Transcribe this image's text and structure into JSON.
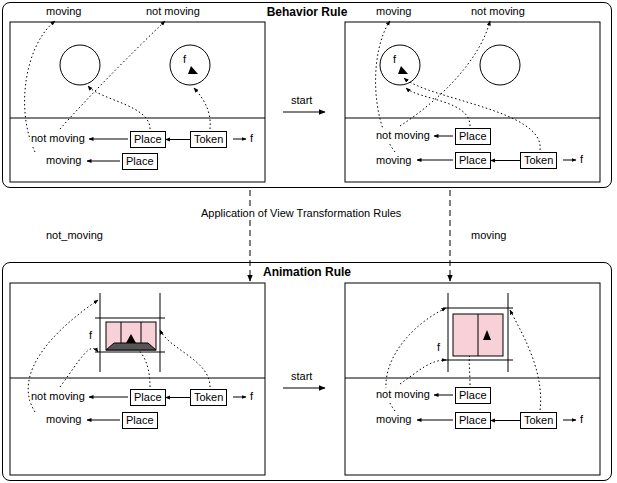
{
  "diagram": {
    "nodes": [
      {
        "text": [
          "Behavior Rule"
        ]
      },
      {
        "text": [
          "Place"
        ],
        "in": 0
      },
      {
        "text": [
          "Token"
        ],
        "in": 0
      },
      {
        "text": [
          "Place"
        ],
        "in": 0
      },
      {
        "text": [
          "Place"
        ],
        "in": 0
      },
      {
        "text": [
          "Place"
        ],
        "in": 0
      },
      {
        "text": [
          "Token"
        ],
        "in": 0
      },
      {
        "text": [
          "Animation Rule"
        ]
      },
      {
        "text": [
          "Place"
        ],
        "in": 7
      },
      {
        "text": [
          "Token"
        ],
        "in": 7
      },
      {
        "text": [
          "Place"
        ],
        "in": 7
      },
      {
        "text": [
          "Place"
        ],
        "in": 7
      },
      {
        "text": [
          "Place"
        ],
        "in": 7
      },
      {
        "text": [
          "Token"
        ],
        "in": 7
      }
    ],
    "edges": [
      {
        "from": 2,
        "to": 1,
        "arrow": "to"
      },
      {
        "from": 6,
        "to": 5,
        "arrow": "to"
      },
      {
        "from": 9,
        "to": 8,
        "arrow": "to"
      },
      {
        "from": 13,
        "to": 12,
        "arrow": "to"
      }
    ],
    "labels": [
      "moving",
      "not moving",
      "f",
      "not moving",
      "f",
      "moving",
      "start",
      "moving",
      "not moving",
      "f",
      "not moving",
      "moving",
      "f",
      "not_moving",
      "Application of View Transformation Rules",
      "moving",
      "f",
      "not moving",
      "f",
      "moving",
      "start",
      "f",
      "not moving",
      "moving",
      "f"
    ]
  }
}
